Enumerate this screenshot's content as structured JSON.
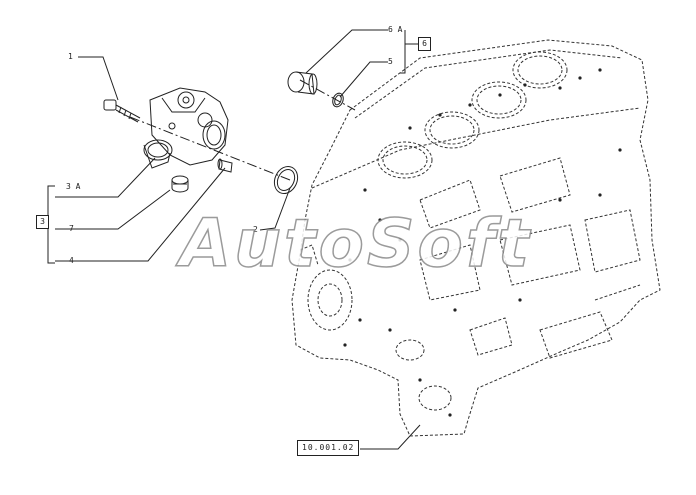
{
  "callouts": {
    "c1": "1",
    "c3a": "3 A",
    "c7": "7",
    "c4": "4",
    "c3": "3",
    "c2": "2",
    "c6a": "6 A",
    "c5": "5",
    "c6": "6"
  },
  "reference": "10.001.02",
  "watermark": "AutoSoft",
  "colors": {
    "line": "#222222",
    "watermark_stroke": "#8a8a8a"
  }
}
